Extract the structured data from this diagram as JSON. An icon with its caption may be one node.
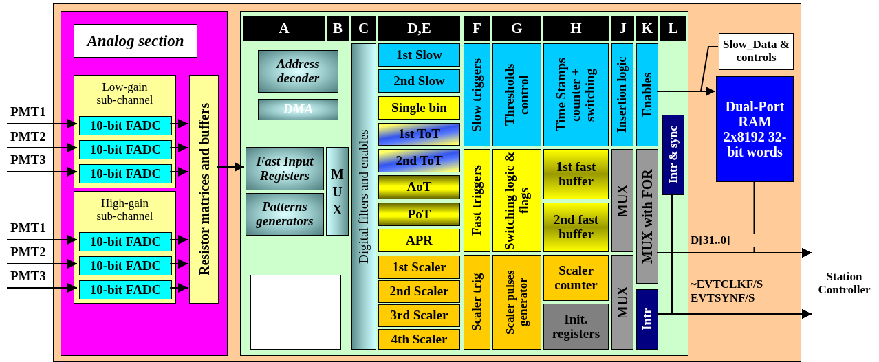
{
  "diagram": {
    "nodes": [
      {
        "text": [],
        "shape": "box"
      },
      {
        "text": [],
        "shape": "box",
        "in": 0
      },
      {
        "text": [
          "Analog section"
        ],
        "in": 1
      },
      {
        "text": [
          "Low-gain sub-channel"
        ],
        "in": 1
      },
      {
        "text": [
          "10-bit FADC"
        ],
        "in": 3
      },
      {
        "text": [
          "10-bit FADC"
        ],
        "in": 3
      },
      {
        "text": [
          "10-bit FADC"
        ],
        "in": 3
      },
      {
        "text": [
          "High-gain sub-channel"
        ],
        "in": 1
      },
      {
        "text": [
          "10-bit FADC"
        ],
        "in": 7
      },
      {
        "text": [
          "10-bit FADC"
        ],
        "in": 7
      },
      {
        "text": [
          "10-bit FADC"
        ],
        "in": 7
      },
      {
        "text": [
          "Resistor matrices and buffers"
        ],
        "in": 1
      },
      {
        "text": [],
        "shape": "box",
        "in": 0
      },
      {
        "text": [
          "A"
        ],
        "in": 12
      },
      {
        "text": [
          "B"
        ],
        "in": 12
      },
      {
        "text": [
          "C"
        ],
        "in": 12
      },
      {
        "text": [
          "D,E"
        ],
        "in": 12
      },
      {
        "text": [
          "F"
        ],
        "in": 12
      },
      {
        "text": [
          "G"
        ],
        "in": 12
      },
      {
        "text": [
          "H"
        ],
        "in": 12
      },
      {
        "text": [
          "J"
        ],
        "in": 12
      },
      {
        "text": [
          "K"
        ],
        "in": 12
      },
      {
        "text": [
          "L"
        ],
        "in": 12
      },
      {
        "text": [
          "Address decoder"
        ],
        "in": 12
      },
      {
        "text": [
          "DMA"
        ],
        "in": 12
      },
      {
        "text": [
          "Fast Input Registers"
        ],
        "in": 12
      },
      {
        "text": [
          "Patterns generators"
        ],
        "in": 12
      },
      {
        "text": [
          "MUX"
        ],
        "in": 12
      },
      {
        "text": [],
        "shape": "box",
        "in": 12
      },
      {
        "text": [
          "Digital filters and enables"
        ],
        "in": 12
      },
      {
        "text": [
          "1st Slow"
        ],
        "in": 12
      },
      {
        "text": [
          "2nd Slow"
        ],
        "in": 12
      },
      {
        "text": [
          "Single bin"
        ],
        "in": 12
      },
      {
        "text": [
          "1st ToT"
        ],
        "in": 12
      },
      {
        "text": [
          "2nd ToT"
        ],
        "in": 12
      },
      {
        "text": [
          "AoT"
        ],
        "in": 12
      },
      {
        "text": [
          "PoT"
        ],
        "in": 12
      },
      {
        "text": [
          "APR"
        ],
        "in": 12
      },
      {
        "text": [
          "1st Scaler"
        ],
        "in": 12
      },
      {
        "text": [
          "2nd Scaler"
        ],
        "in": 12
      },
      {
        "text": [
          "3rd Scaler"
        ],
        "in": 12
      },
      {
        "text": [
          "4th Scaler"
        ],
        "in": 12
      },
      {
        "text": [
          "Slow triggers"
        ],
        "in": 12
      },
      {
        "text": [
          "Fast triggers"
        ],
        "in": 12
      },
      {
        "text": [
          "Scaler trig"
        ],
        "in": 12
      },
      {
        "text": [
          "Thresholds control"
        ],
        "in": 12
      },
      {
        "text": [
          "Switching logic & flags"
        ],
        "in": 12
      },
      {
        "text": [
          "Scaler pulses generator"
        ],
        "in": 12
      },
      {
        "text": [
          "Time Stamps counter + switching"
        ],
        "in": 12
      },
      {
        "text": [
          "1st fast buffer"
        ],
        "in": 12
      },
      {
        "text": [
          "2nd fast buffer"
        ],
        "in": 12
      },
      {
        "text": [
          "Scaler counter"
        ],
        "in": 12
      },
      {
        "text": [
          "Init. registers"
        ],
        "in": 12
      },
      {
        "text": [
          "Insertion logic"
        ],
        "in": 12
      },
      {
        "text": [
          "MUX"
        ],
        "in": 12
      },
      {
        "text": [
          "MUX"
        ],
        "in": 12
      },
      {
        "text": [
          "Enables"
        ],
        "in": 12
      },
      {
        "text": [
          "MUX with FOR"
        ],
        "in": 12
      },
      {
        "text": [
          "Intr"
        ],
        "in": 12
      },
      {
        "text": [
          "Intr & sync"
        ],
        "in": 12
      },
      {
        "text": [
          "Slow_Data & controls"
        ],
        "in": 0
      },
      {
        "text": [
          "Dual-Port RAM 2x8192 32-bit words"
        ],
        "in": 0
      },
      {
        "text": [
          "Station Controller"
        ]
      }
    ],
    "edges": [
      {
        "from": null,
        "to": 4,
        "arrow": "to",
        "label": "PMT1"
      },
      {
        "from": null,
        "to": 5,
        "arrow": "to",
        "label": "PMT2"
      },
      {
        "from": null,
        "to": 6,
        "arrow": "to",
        "label": "PMT3"
      },
      {
        "from": null,
        "to": 8,
        "arrow": "to",
        "label": "PMT1"
      },
      {
        "from": null,
        "to": 9,
        "arrow": "to",
        "label": "PMT2"
      },
      {
        "from": null,
        "to": 10,
        "arrow": "to",
        "label": "PMT3"
      },
      {
        "from": 4,
        "to": 11,
        "arrow": "to"
      },
      {
        "from": 5,
        "to": 11,
        "arrow": "to"
      },
      {
        "from": 6,
        "to": 11,
        "arrow": "to"
      },
      {
        "from": 8,
        "to": 11,
        "arrow": "to"
      },
      {
        "from": 9,
        "to": 11,
        "arrow": "to"
      },
      {
        "from": 10,
        "to": 11,
        "arrow": "to"
      },
      {
        "from": 11,
        "to": 25,
        "arrow": "to"
      },
      {
        "from": 56,
        "to": 61,
        "arrow": "to"
      },
      {
        "from": 60,
        "to": null,
        "arrow": "none"
      },
      {
        "from": 61,
        "to": 62,
        "arrow": "to"
      },
      {
        "from": 57,
        "to": 62,
        "arrow": "to",
        "label": "D[31..0]"
      },
      {
        "from": 59,
        "to": 62,
        "arrow": "to"
      },
      {
        "from": 58,
        "to": 62,
        "arrow": "to",
        "label": "~EVTCLKF/S EVTSYNF/S"
      }
    ]
  }
}
